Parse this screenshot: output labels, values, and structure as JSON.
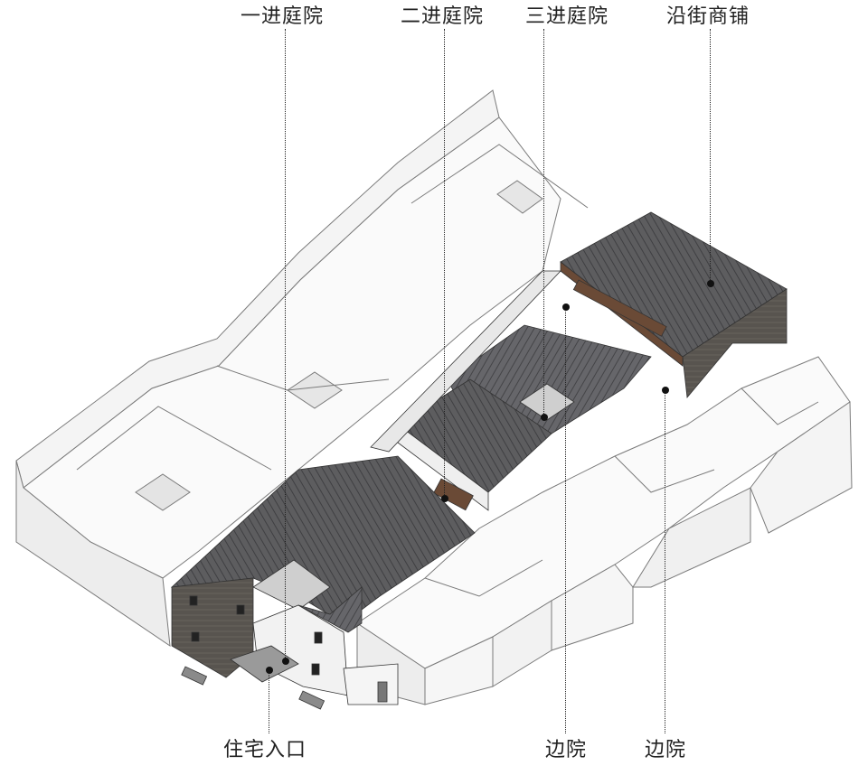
{
  "diagram": {
    "labels_top": [
      {
        "id": "courtyard-1",
        "text": "一进庭院"
      },
      {
        "id": "courtyard-2",
        "text": "二进庭院"
      },
      {
        "id": "courtyard-3",
        "text": "三进庭院"
      },
      {
        "id": "street-shops",
        "text": "沿街商铺"
      }
    ],
    "labels_bottom": [
      {
        "id": "residence-entrance",
        "text": "住宅入口"
      },
      {
        "id": "side-yard-1",
        "text": "边院"
      },
      {
        "id": "side-yard-2",
        "text": "边院"
      }
    ],
    "colors": {
      "roof": "#5d5d5f",
      "roof_dark": "#3f3f42",
      "wall_white": "#f2f2f2",
      "wall_shadow": "#d9d9d9",
      "brick": "#55514f",
      "wood": "#6a4a36",
      "line": "#7a7a7a"
    }
  }
}
